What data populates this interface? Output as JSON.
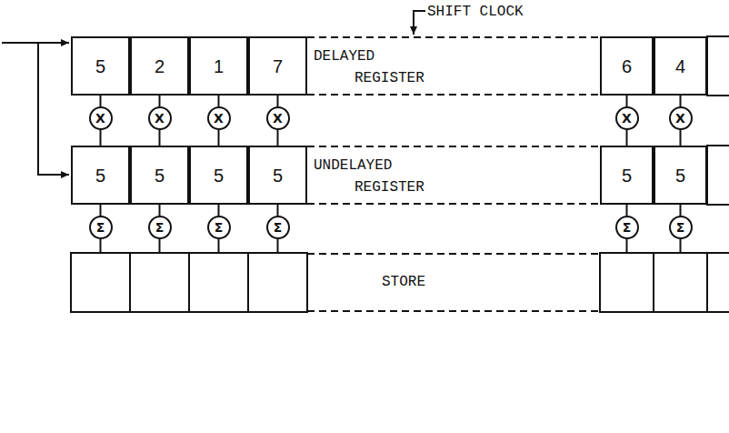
{
  "diagram": {
    "nodes": [
      {
        "text": [
          "5"
        ]
      },
      {
        "text": [
          "2"
        ]
      },
      {
        "text": [
          "1"
        ]
      },
      {
        "text": [
          "7"
        ]
      },
      {
        "text": [
          "6"
        ]
      },
      {
        "text": [
          "4"
        ]
      },
      {
        "text": [
          "X"
        ]
      },
      {
        "text": [
          "X"
        ]
      },
      {
        "text": [
          "X"
        ]
      },
      {
        "text": [
          "X"
        ]
      },
      {
        "text": [
          "X"
        ]
      },
      {
        "text": [
          "X"
        ]
      },
      {
        "text": [
          "5"
        ]
      },
      {
        "text": [
          "5"
        ]
      },
      {
        "text": [
          "5"
        ]
      },
      {
        "text": [
          "5"
        ]
      },
      {
        "text": [
          "5"
        ]
      },
      {
        "text": [
          "5"
        ]
      },
      {
        "text": [
          "Σ"
        ]
      },
      {
        "text": [
          "Σ"
        ]
      },
      {
        "text": [
          "Σ"
        ]
      },
      {
        "text": [
          "Σ"
        ]
      },
      {
        "text": [
          "Σ"
        ]
      },
      {
        "text": [
          "Σ"
        ]
      }
    ],
    "edges": [
      {
        "from": 0,
        "to": 6,
        "arrow": "none"
      },
      {
        "from": 1,
        "to": 7,
        "arrow": "none"
      },
      {
        "from": 2,
        "to": 8,
        "arrow": "none"
      },
      {
        "from": 3,
        "to": 9,
        "arrow": "none"
      },
      {
        "from": 4,
        "to": 10,
        "arrow": "none"
      },
      {
        "from": 5,
        "to": 11,
        "arrow": "none"
      },
      {
        "from": 6,
        "to": 12,
        "arrow": "none"
      },
      {
        "from": 7,
        "to": 13,
        "arrow": "none"
      },
      {
        "from": 8,
        "to": 14,
        "arrow": "none"
      },
      {
        "from": 9,
        "to": 15,
        "arrow": "none"
      },
      {
        "from": 10,
        "to": 16,
        "arrow": "none"
      },
      {
        "from": 11,
        "to": 17,
        "arrow": "none"
      },
      {
        "from": 12,
        "to": 18,
        "arrow": "none"
      },
      {
        "from": 13,
        "to": 19,
        "arrow": "none"
      },
      {
        "from": 14,
        "to": 20,
        "arrow": "none"
      },
      {
        "from": 15,
        "to": 21,
        "arrow": "none"
      },
      {
        "from": 16,
        "to": 22,
        "arrow": "none"
      },
      {
        "from": 17,
        "to": 23,
        "arrow": "none"
      }
    ],
    "labels": [
      "SHIFT CLOCK",
      "DELAYED REGISTER",
      "UNDELAYED REGISTER",
      "STORE"
    ]
  }
}
